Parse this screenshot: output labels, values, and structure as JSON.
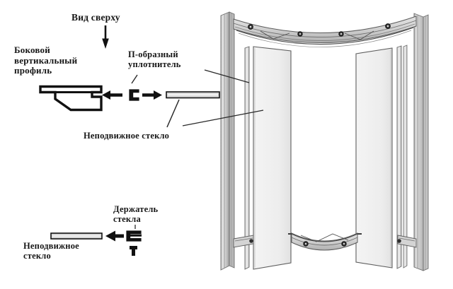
{
  "diagram": {
    "title_label": "Вид сверху",
    "labels": {
      "view_from_above": "Вид сверху",
      "side_vertical_profile": "Боковой\nвертикальный\nпрофиль",
      "u_shaped_seal": "П-образный\nуплотнитель",
      "fixed_glass_top": "Неподвижное стекло",
      "glass_holder": "Держатель\nстекла",
      "fixed_glass_bottom": "Неподвижное\nстекло"
    },
    "colors": {
      "ink": "#161616",
      "line": "#3a3a3a",
      "metal_light": "#e9e9e9",
      "metal_mid": "#cfcfcf",
      "metal_dark": "#a8a8a8",
      "glass_fill": "#f2f2f2",
      "background": "#ffffff"
    },
    "parts": [
      {
        "name": "side-vertical-profile",
        "label": "Боковой вертикальный профиль",
        "section": "top-view"
      },
      {
        "name": "u-shaped-seal",
        "label": "П-образный уплотнитель",
        "section": "top-view"
      },
      {
        "name": "fixed-glass-panel",
        "label": "Неподвижное стекло",
        "section": "top-view"
      },
      {
        "name": "glass-holder",
        "label": "Держатель стекла",
        "section": "detail-view"
      },
      {
        "name": "fixed-glass-panel-detail",
        "label": "Неподвижное стекло",
        "section": "detail-view"
      }
    ],
    "enclosure": {
      "name": "shower-enclosure-render",
      "posts": 2,
      "doors": 2,
      "top_rail_rollers": 4,
      "bottom_rail_rollers": 2
    }
  }
}
